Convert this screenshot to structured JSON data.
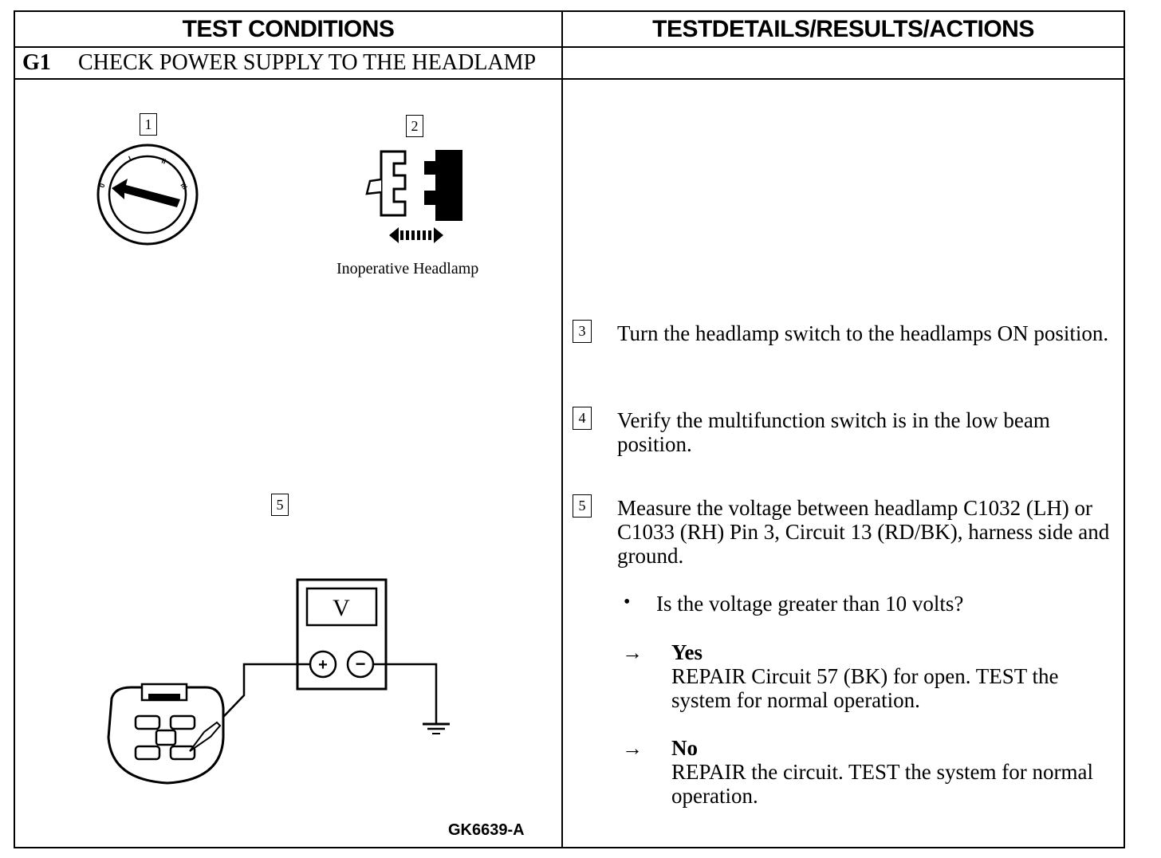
{
  "header": {
    "left": "TEST CONDITIONS",
    "right": "TESTDETAILS/RESULTS/ACTIONS"
  },
  "section": {
    "code": "G1",
    "title": "CHECK POWER SUPPLY TO THE HEADLAMP"
  },
  "figure": {
    "callouts": [
      "1",
      "2",
      "5"
    ],
    "caption": "Inoperative Headlamp",
    "ignition_positions": [
      "0",
      "I",
      "II",
      "III"
    ],
    "meter_label": "V",
    "meter_plus": "+",
    "meter_minus": "−",
    "figure_id": "GK6639-A"
  },
  "steps": [
    {
      "num": "3",
      "text": "Turn the headlamp switch to the headlamps ON position."
    },
    {
      "num": "4",
      "text": "Verify the multifunction switch is in the low beam position."
    },
    {
      "num": "5",
      "text": "Measure the voltage between headlamp C1032 (LH) or C1033 (RH) Pin 3, Circuit 13 (RD/BK), harness side and ground."
    }
  ],
  "question": {
    "bullet": "•",
    "text": "Is the voltage greater than 10 volts?"
  },
  "results": [
    {
      "arrow": "→",
      "label": "Yes",
      "text": "REPAIR Circuit 57 (BK) for open. TEST the system for normal operation."
    },
    {
      "arrow": "→",
      "label": "No",
      "text": "REPAIR the circuit. TEST the system for normal operation."
    }
  ]
}
